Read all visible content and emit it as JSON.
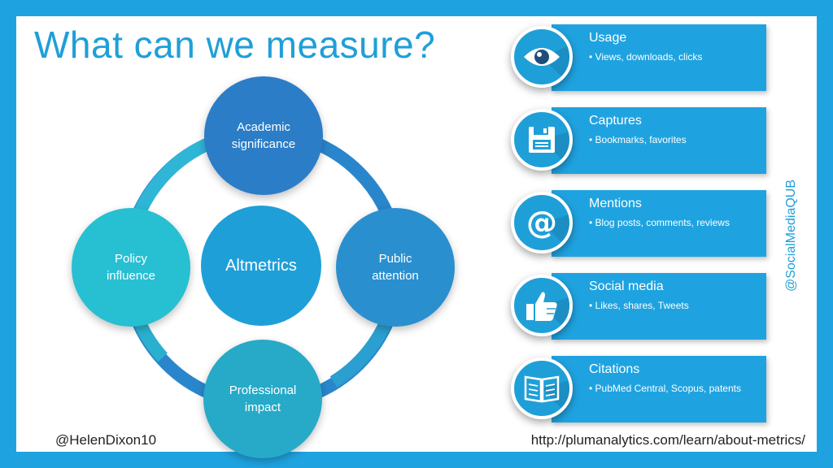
{
  "slide": {
    "title": "What can we measure?",
    "left_handle": "@HelenDixon10",
    "right_handle": "@SocialMediaQUB",
    "source_url": "http://plumanalytics.com/learn/about-metrics/"
  },
  "diagram": {
    "center": "Altmetrics",
    "nodes": [
      {
        "label": "Academic\nsignificance",
        "color": "#2b7dc7"
      },
      {
        "label": "Public\nattention",
        "color": "#2a8fcf"
      },
      {
        "label": "Professional\nimpact",
        "color": "#26aac8"
      },
      {
        "label": "Policy\ninfluence",
        "color": "#27bfd2"
      }
    ],
    "center_color": "#1f9fd8"
  },
  "categories": [
    {
      "title": "Usage",
      "desc": "Views, downloads, clicks",
      "icon": "eye-icon"
    },
    {
      "title": "Captures",
      "desc": "Bookmarks, favorites",
      "icon": "floppy-disk-icon"
    },
    {
      "title": "Mentions",
      "desc": "Blog posts, comments, reviews",
      "icon": "at-sign-icon"
    },
    {
      "title": "Social media",
      "desc": "Likes, shares, Tweets",
      "icon": "thumbs-up-icon"
    },
    {
      "title": "Citations",
      "desc": "PubMed Central, Scopus, patents",
      "icon": "open-book-icon"
    }
  ],
  "colors": {
    "accent": "#1fa3e0",
    "card": "#1fa3e0",
    "badge": "#1f9fd8"
  }
}
